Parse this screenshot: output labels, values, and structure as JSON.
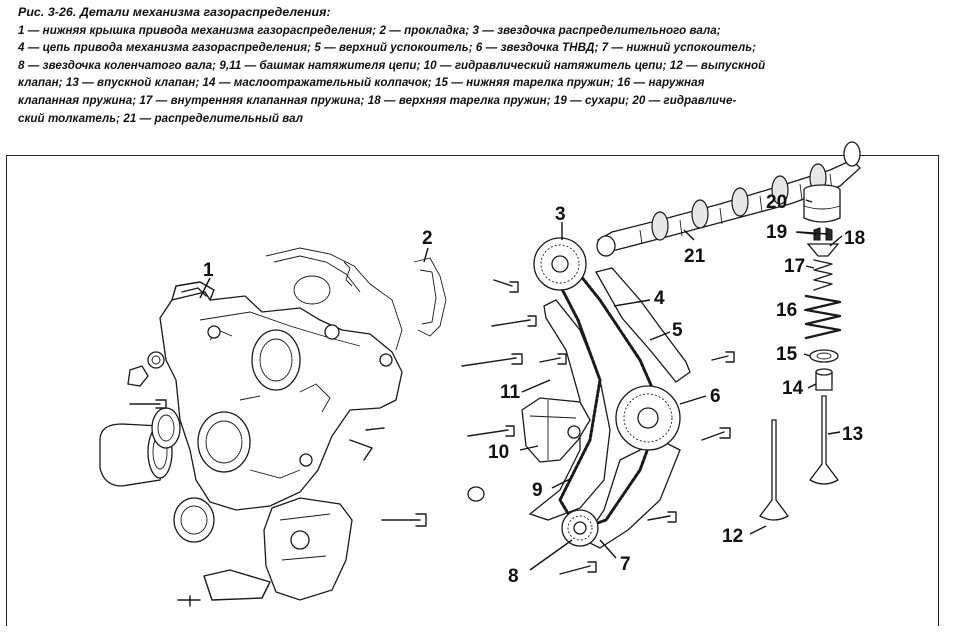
{
  "caption": {
    "title": "Рис. 3-26. Детали механизма газораспределения:",
    "lines": [
      "1 — нижняя крышка привода механизма газораспределения; 2 — прокладка; 3 — звездочка распределительного вала;",
      "4 — цепь привода механизма газораспределения; 5 — верхний успокоитель; 6 — звездочка ТНВД; 7 — нижний успокоитель;",
      "8 — звездочка коленчатого вала; 9,11 — башмак натяжителя цепи; 10 — гидравлический натяжитель цепи; 12 — выпускной",
      "клапан; 13 — впускной клапан; 14 — маслоотражательный колпачок; 15 — нижняя тарелка пружин; 16 — наружная",
      "клапанная пружина; 17 — внутренняя клапанная пружина; 18 — верхняя тарелка пружин; 19 — сухари; 20 — гидравличе-",
      "ский толкатель; 21 — распределительный вал"
    ]
  },
  "labels": {
    "l1": "1",
    "l2": "2",
    "l3": "3",
    "l4": "4",
    "l5": "5",
    "l6": "6",
    "l7": "7",
    "l8": "8",
    "l9": "9",
    "l10": "10",
    "l11": "11",
    "l12": "12",
    "l13": "13",
    "l14": "14",
    "l15": "15",
    "l16": "16",
    "l17": "17",
    "l18": "18",
    "l19": "19",
    "l20": "20",
    "l21": "21"
  }
}
